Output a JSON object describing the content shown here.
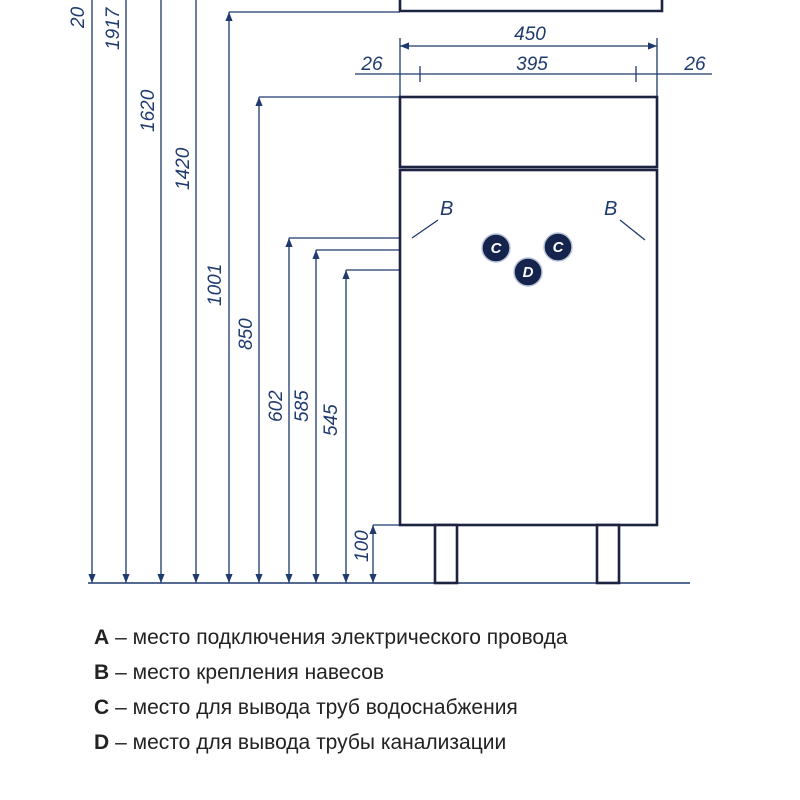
{
  "colors": {
    "line": "#1e3a6e",
    "marker_fill": "#14244c",
    "text": "#222222"
  },
  "dimensions": {
    "vertical": {
      "d20": "20",
      "d1917": "1917",
      "d1620": "1620",
      "d1420": "1420",
      "d1001": "1001",
      "d850": "850",
      "d602": "602",
      "d585": "585",
      "d545": "545",
      "d100": "100"
    },
    "horizontal": {
      "overall": "450",
      "inner": "395",
      "left_offset": "26",
      "right_offset": "26"
    }
  },
  "markers": {
    "b_left": "B",
    "b_right": "B",
    "c_left": "C",
    "c_right": "C",
    "d": "D"
  },
  "legend": [
    {
      "key": "A",
      "text": "– место подключения электрического провода"
    },
    {
      "key": "B",
      "text": "– место крепления навесов"
    },
    {
      "key": "C",
      "text": "– место для вывода труб водоснабжения"
    },
    {
      "key": "D",
      "text": "– место для вывода трубы канализации"
    }
  ]
}
